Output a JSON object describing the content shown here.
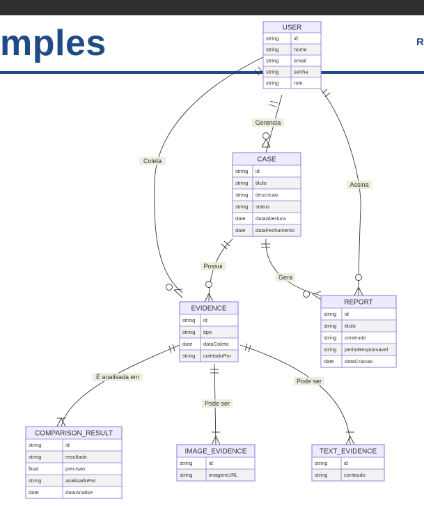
{
  "slide": {
    "title_fragment": "mples",
    "corner_letter": "R"
  },
  "entities": {
    "user": {
      "name": "USER",
      "attributes": [
        {
          "type": "string",
          "name": "id"
        },
        {
          "type": "string",
          "name": "nome"
        },
        {
          "type": "string",
          "name": "email"
        },
        {
          "type": "string",
          "name": "senha"
        },
        {
          "type": "string",
          "name": "role"
        }
      ]
    },
    "case": {
      "name": "CASE",
      "attributes": [
        {
          "type": "string",
          "name": "id"
        },
        {
          "type": "string",
          "name": "titulo"
        },
        {
          "type": "string",
          "name": "descricao"
        },
        {
          "type": "string",
          "name": "status"
        },
        {
          "type": "date",
          "name": "dataAbertura"
        },
        {
          "type": "date",
          "name": "dataFechamento"
        }
      ]
    },
    "evidence": {
      "name": "EVIDENCE",
      "attributes": [
        {
          "type": "string",
          "name": "id"
        },
        {
          "type": "string",
          "name": "tipo"
        },
        {
          "type": "date",
          "name": "dataColeta"
        },
        {
          "type": "string",
          "name": "coletadoPor"
        }
      ]
    },
    "report": {
      "name": "REPORT",
      "attributes": [
        {
          "type": "string",
          "name": "id"
        },
        {
          "type": "string",
          "name": "titulo"
        },
        {
          "type": "string",
          "name": "conteudo"
        },
        {
          "type": "string",
          "name": "peritoResponsavel"
        },
        {
          "type": "date",
          "name": "dataCriacao"
        }
      ]
    },
    "comparison_result": {
      "name": "COMPARISON_RESULT",
      "attributes": [
        {
          "type": "string",
          "name": "id"
        },
        {
          "type": "string",
          "name": "resultado"
        },
        {
          "type": "float",
          "name": "precisao"
        },
        {
          "type": "string",
          "name": "analisadoPor"
        },
        {
          "type": "date",
          "name": "dataAnalise"
        }
      ]
    },
    "image_evidence": {
      "name": "IMAGE_EVIDENCE",
      "attributes": [
        {
          "type": "string",
          "name": "id"
        },
        {
          "type": "string",
          "name": "imagemURL"
        }
      ]
    },
    "text_evidence": {
      "name": "TEXT_EVIDENCE",
      "attributes": [
        {
          "type": "string",
          "name": "id"
        },
        {
          "type": "string",
          "name": "conteudo"
        }
      ]
    }
  },
  "relationships": {
    "user_case": "Gerencia",
    "user_evidence": "Coleta",
    "user_report": "Assina",
    "case_evidence": "Possui",
    "case_report": "Gera",
    "evidence_comparison": "É analisada em",
    "evidence_image": "Pode ser",
    "evidence_text": "Pode ser"
  },
  "colors": {
    "title": "#1f4b86",
    "entity_fill": "#ECECFF",
    "entity_stroke": "#9370DB",
    "label_background": "#e9ecd8"
  }
}
